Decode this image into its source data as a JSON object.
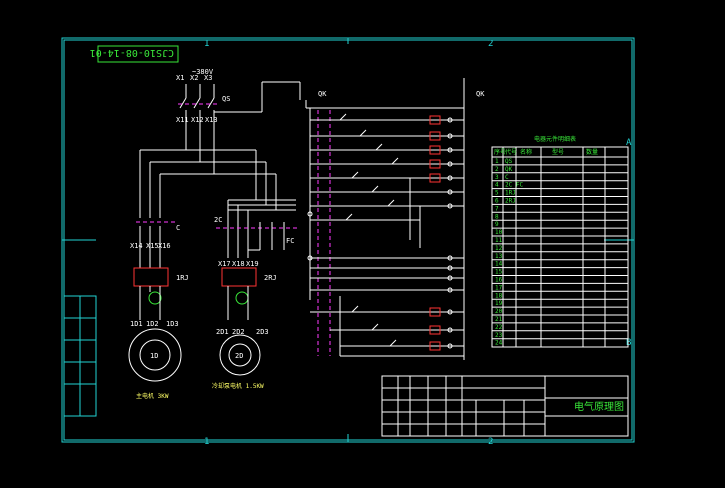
{
  "drawing": {
    "number": "CJS10-08-14-01",
    "grid_labels": [
      "1",
      "2",
      "A",
      "B"
    ],
    "title_block_caption": "电气原理图"
  },
  "power": {
    "supply_voltage": "~380V",
    "supply_terminals": [
      "X1",
      "X2",
      "X3"
    ],
    "supply_terminals_lower": [
      "X11",
      "X12",
      "X13"
    ],
    "main_switch": "QS",
    "control_switch": "QK"
  },
  "motors": [
    {
      "id": "1D",
      "relay": "1RJ",
      "terminals": [
        "X14",
        "X15",
        "X16"
      ],
      "winding": [
        "1D1",
        "1D2",
        "1D3"
      ],
      "caption": "主电机 3KW"
    },
    {
      "id": "2D",
      "relay": "2RJ",
      "terminals": [
        "X17",
        "X18",
        "X19"
      ],
      "winding": [
        "2D1",
        "2D2",
        "2D3"
      ],
      "caption": "冷却泵电机 1.5KW"
    }
  ],
  "contactors": [
    "C",
    "2C",
    "FC"
  ],
  "table": {
    "title": "电器元件明细表",
    "columns": [
      "序号",
      "代号",
      "名称",
      "型号",
      "数量"
    ],
    "rows": [
      [
        "1",
        "QS",
        "",
        "",
        ""
      ],
      [
        "2",
        "QK",
        "",
        "",
        ""
      ],
      [
        "3",
        "C",
        "",
        "",
        ""
      ],
      [
        "4",
        "2C FC",
        "",
        "",
        ""
      ],
      [
        "5",
        "1RJ",
        "",
        "",
        ""
      ],
      [
        "6",
        "2RJ",
        "",
        "",
        ""
      ],
      [
        "7",
        "",
        "",
        "",
        ""
      ],
      [
        "8",
        "",
        "",
        "",
        ""
      ],
      [
        "9",
        "",
        "",
        "",
        ""
      ],
      [
        "10",
        "",
        "",
        "",
        ""
      ],
      [
        "11",
        "",
        "",
        "",
        ""
      ],
      [
        "12",
        "",
        "",
        "",
        ""
      ],
      [
        "13",
        "",
        "",
        "",
        ""
      ],
      [
        "14",
        "",
        "",
        "",
        ""
      ],
      [
        "15",
        "",
        "",
        "",
        ""
      ],
      [
        "16",
        "",
        "",
        "",
        ""
      ],
      [
        "17",
        "",
        "",
        "",
        ""
      ],
      [
        "18",
        "",
        "",
        "",
        ""
      ],
      [
        "19",
        "",
        "",
        "",
        ""
      ],
      [
        "20",
        "",
        "",
        "",
        ""
      ],
      [
        "21",
        "",
        "",
        "",
        ""
      ],
      [
        "22",
        "",
        "",
        "",
        ""
      ],
      [
        "23",
        "",
        "",
        "",
        ""
      ],
      [
        "24",
        "",
        "",
        "",
        ""
      ]
    ]
  },
  "colors": {
    "background": "#000000",
    "frame": "#22d3d3",
    "wiring": "#ffffff",
    "dashed_link": "#ff3cff",
    "text": "#39e639",
    "highlight": "#ffff66",
    "contacts": "#ff3333"
  }
}
